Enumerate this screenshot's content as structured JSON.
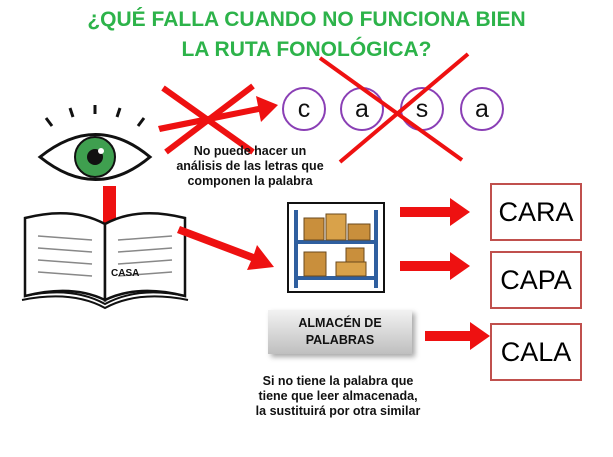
{
  "title": {
    "line1": "¿QUÉ FALLA CUANDO NO FUNCIONA BIEN",
    "line2": "LA RUTA FONOLÓGICA?"
  },
  "letters": [
    "c",
    "a",
    "s",
    "a"
  ],
  "note_letters": {
    "line1": "No puede  hacer un",
    "line2": "análisis de las letras que",
    "line3": "componen la palabra"
  },
  "book_label": "CASA",
  "almacen": {
    "line1": "ALMACÉN DE",
    "line2": "PALABRAS"
  },
  "words": [
    "CARA",
    "CAPA",
    "CALA"
  ],
  "note_bottom": {
    "line1": "Si no tiene la palabra que",
    "line2": "tiene que leer almacenada,",
    "line3": "la sustituirá por otra similar"
  },
  "colors": {
    "title": "#2db34a",
    "arrow": "#ee1111",
    "letter_border": "#8a3fb5",
    "word_border": "#c0504d"
  },
  "icons": [
    "eye-icon",
    "open-book-icon",
    "storage-shelf-icon",
    "cross-icon",
    "arrow-icon"
  ]
}
